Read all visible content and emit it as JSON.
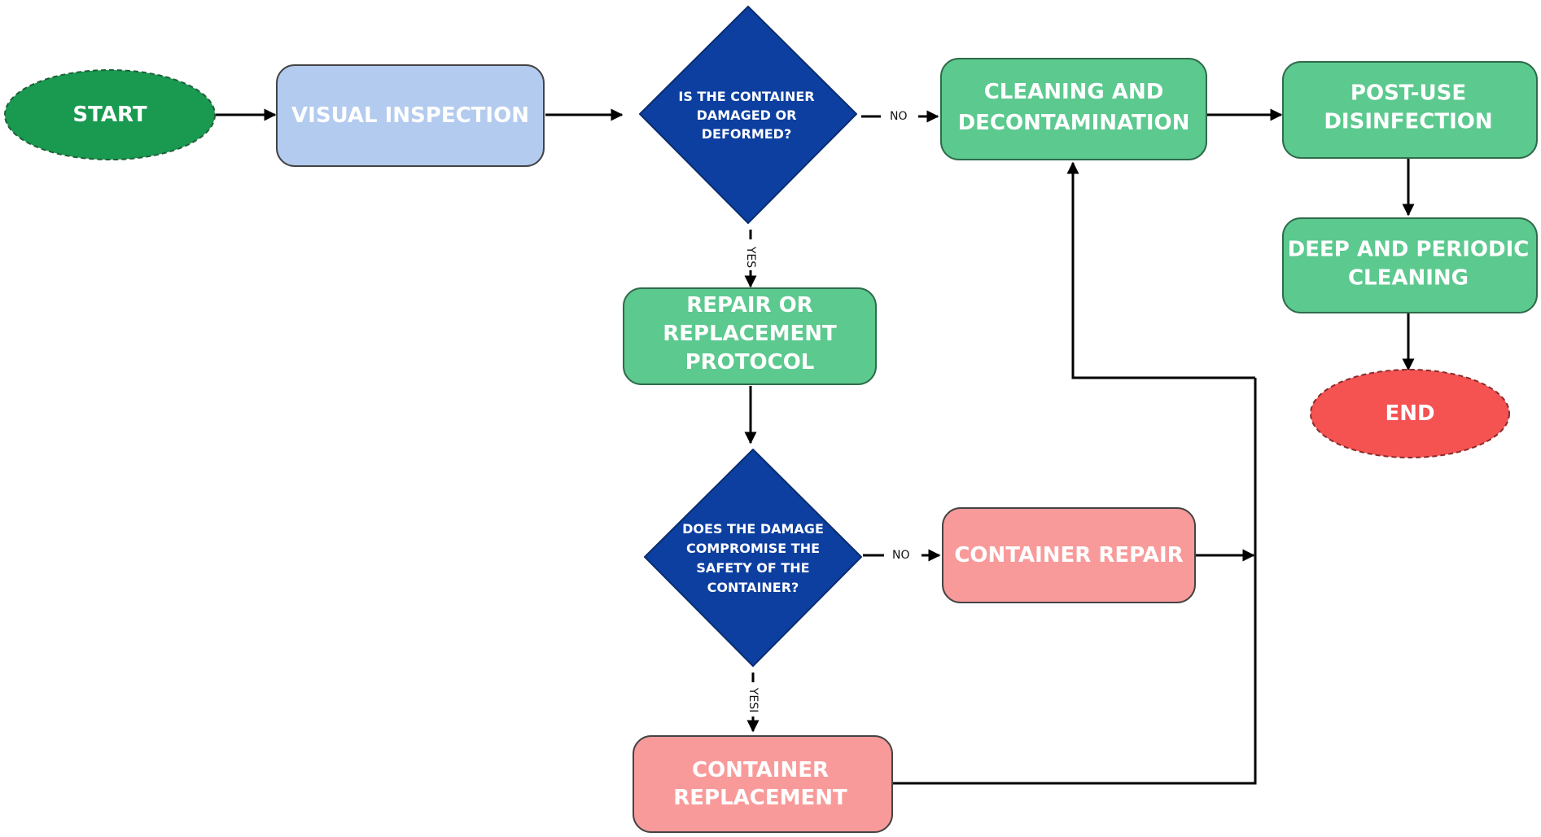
{
  "colors": {
    "start": "#1a9a50",
    "green": "#5cc98f",
    "blue_light": "#b3cbee",
    "decision": "#0c3fa0",
    "pink": "#f99a9a",
    "end": "#f55252",
    "edge": "#000000"
  },
  "nodes": {
    "start": {
      "lines": [
        "START"
      ]
    },
    "visual_inspection": {
      "lines": [
        "VISUAL INSPECTION"
      ]
    },
    "decision_damaged": {
      "lines": [
        "IS THE CONTAINER",
        "DAMAGED OR",
        "DEFORMED?"
      ]
    },
    "cleaning": {
      "lines": [
        "CLEANING AND",
        "DECONTAMINATION"
      ]
    },
    "post_use": {
      "lines": [
        "POST-USE",
        "DISINFECTION"
      ]
    },
    "deep_cleaning": {
      "lines": [
        "DEEP AND PERIODIC",
        "CLEANING"
      ]
    },
    "end": {
      "lines": [
        "END"
      ]
    },
    "repair_protocol": {
      "lines": [
        "REPAIR OR",
        "REPLACEMENT",
        "PROTOCOL"
      ]
    },
    "decision_safety": {
      "lines": [
        "DOES THE DAMAGE",
        "COMPROMISE THE",
        "SAFETY OF THE",
        "CONTAINER?"
      ]
    },
    "container_repair": {
      "lines": [
        "CONTAINER REPAIR"
      ]
    },
    "container_replacement": {
      "lines": [
        "CONTAINER",
        "REPLACEMENT"
      ]
    }
  },
  "edge_labels": {
    "no_1": "NO",
    "yes_1": "YES",
    "no_2": "NO",
    "yes_2": "YESI"
  }
}
